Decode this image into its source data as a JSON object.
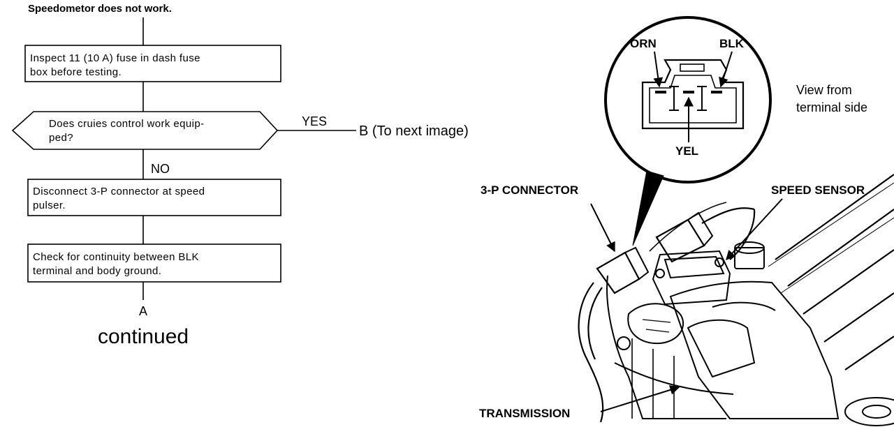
{
  "flowchart": {
    "start": "Speedometor does not work.",
    "step1": [
      "Inspect 11 (10 A) fuse in dash fuse",
      "box before testing."
    ],
    "decision": [
      "Does cruies control work equip-",
      "ped?"
    ],
    "yes_label": "YES",
    "yes_target": "B (To next image)",
    "no_label": "NO",
    "step2": [
      "Disconnect 3-P connector at speed",
      "pulser."
    ],
    "step3": [
      "Check for continuity between BLK",
      "terminal and body ground."
    ],
    "end_label": "A",
    "continued": "continued"
  },
  "connector_view": {
    "orn": "ORN",
    "blk": "BLK",
    "yel": "YEL",
    "view_note": [
      "View from",
      "terminal side"
    ]
  },
  "callouts": {
    "connector": "3-P CONNECTOR",
    "speed_sensor": "SPEED SENSOR",
    "transmission": "TRANSMISSION"
  }
}
